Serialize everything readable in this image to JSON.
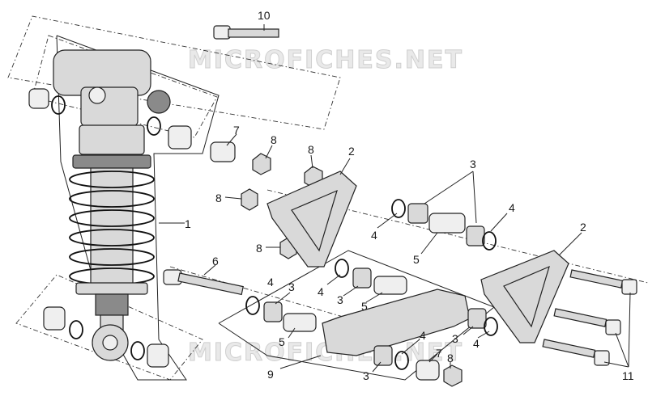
{
  "watermark": {
    "top": "MICROFICHES.NET",
    "bottom": "MICROFICHES.NET"
  },
  "callouts": {
    "c1": "1",
    "c2a": "2",
    "c2b": "2",
    "c3a": "3",
    "c3b": "3",
    "c3c": "3",
    "c3d": "3",
    "c3e": "3",
    "c4a": "4",
    "c4b": "4",
    "c4c": "4",
    "c4d": "4",
    "c4e": "4",
    "c4f": "4",
    "c5a": "5",
    "c5b": "5",
    "c5c": "5",
    "c6": "6",
    "c7a": "7",
    "c7b": "7",
    "c8a": "8",
    "c8b": "8",
    "c8c": "8",
    "c8d": "8",
    "c8e": "8",
    "c9": "9",
    "c10": "10",
    "c11": "11"
  }
}
